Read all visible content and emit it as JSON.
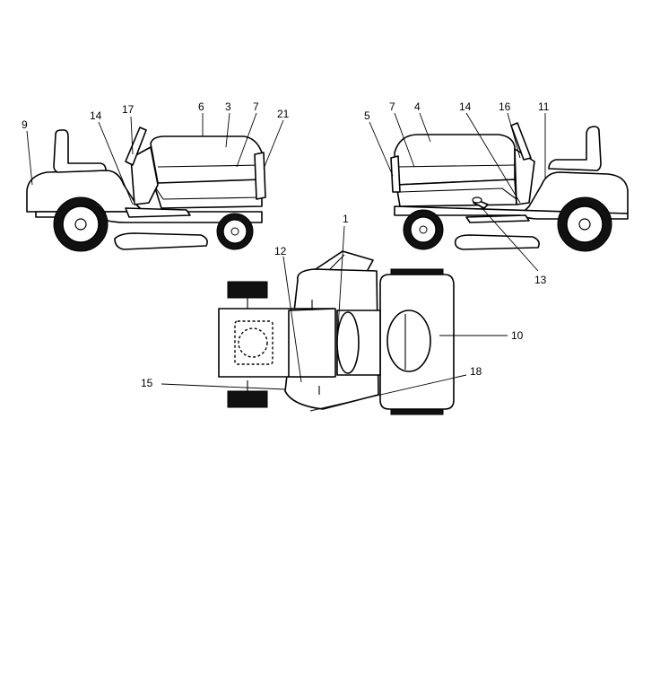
{
  "labels": {
    "l1": "1",
    "l3": "3",
    "l4": "4",
    "l5": "5",
    "l6": "6",
    "l7a": "7",
    "l7b": "7",
    "l9": "9",
    "l10": "10",
    "l11": "11",
    "l12": "12",
    "l13": "13",
    "l14a": "14",
    "l14b": "14",
    "l15": "15",
    "l16": "16",
    "l17": "17",
    "l18": "18",
    "l21": "21"
  }
}
